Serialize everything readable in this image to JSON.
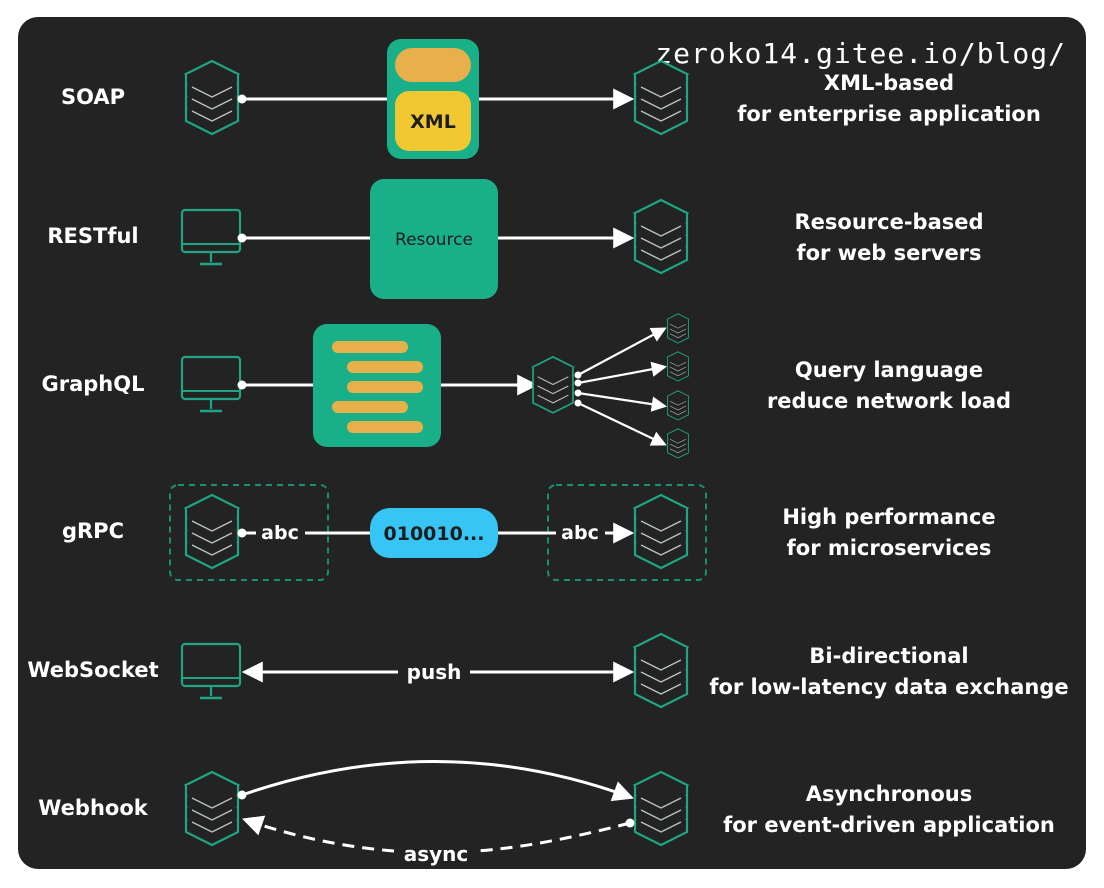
{
  "watermark": "zeroko14.gitee.io/blog/",
  "rows": [
    {
      "protocol": "SOAP",
      "desc": [
        "XML-based",
        "for enterprise application"
      ]
    },
    {
      "protocol": "RESTful",
      "desc": [
        "Resource-based",
        "for web servers"
      ]
    },
    {
      "protocol": "GraphQL",
      "desc": [
        "Query language",
        "reduce network load"
      ]
    },
    {
      "protocol": "gRPC",
      "desc": [
        "High performance",
        "for microservices"
      ]
    },
    {
      "protocol": "WebSocket",
      "desc": [
        "Bi-directional",
        "for low-latency data exchange"
      ]
    },
    {
      "protocol": "Webhook",
      "desc": [
        "Asynchronous",
        "for event-driven application"
      ]
    }
  ],
  "soap_payload": "XML",
  "rest_payload": "Resource",
  "grpc": {
    "text_left": "abc",
    "binary": "010010...",
    "text_right": "abc"
  },
  "websocket_label": "push",
  "webhook_label": "async",
  "colors": {
    "background": "#232323",
    "teal": "#19b089",
    "teal_dark": "#128c6c",
    "yellow": "#f2c832",
    "orange": "#e7b04a",
    "blue": "#36c5f5",
    "stroke": "#ffffff"
  }
}
